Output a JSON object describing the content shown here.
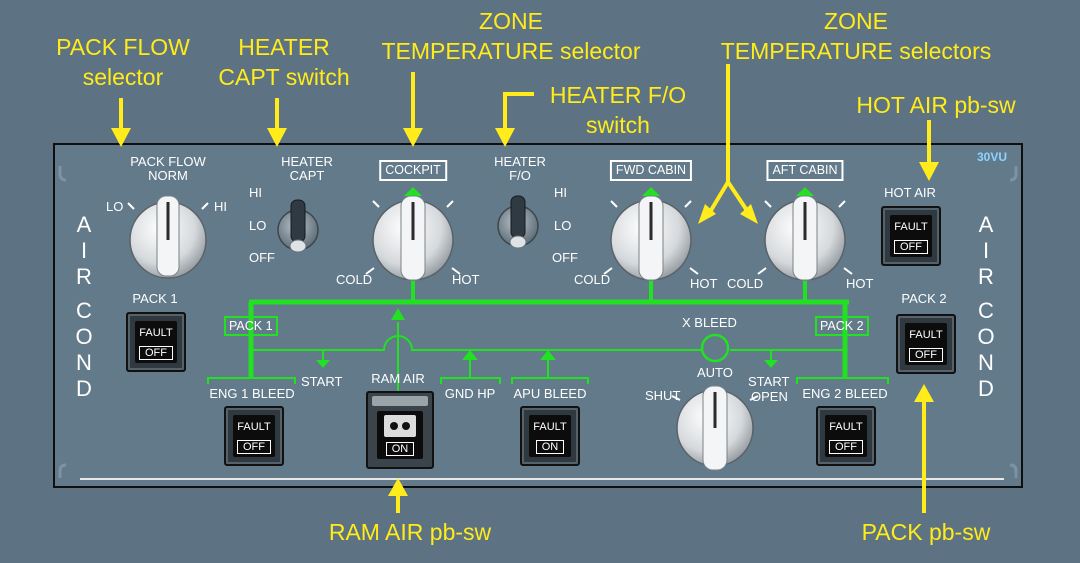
{
  "annotations": {
    "pack_flow_selector": [
      "PACK FLOW",
      "selector"
    ],
    "heater_capt_switch": [
      "HEATER",
      "CAPT switch"
    ],
    "zone_temp_selector": [
      "ZONE",
      "TEMPERATURE selector"
    ],
    "heater_fo_switch": [
      "HEATER F/O",
      "switch"
    ],
    "zone_temp_selectors": [
      "ZONE",
      "TEMPERATURE selectors"
    ],
    "hot_air_pbsw": "HOT AIR pb-sw",
    "ram_air_pbsw": "RAM AIR pb-sw",
    "pack_pbsw": "PACK pb-sw"
  },
  "panel": {
    "id": "30VU",
    "side_label": [
      "A",
      "I",
      "R",
      "C",
      "O",
      "N",
      "D"
    ],
    "pack_flow": {
      "title": [
        "PACK FLOW",
        "NORM"
      ],
      "lo": "LO",
      "hi": "HI"
    },
    "heater_capt": {
      "title": [
        "HEATER",
        "CAPT"
      ],
      "positions": [
        "HI",
        "LO",
        "OFF"
      ]
    },
    "heater_fo": {
      "title": [
        "HEATER",
        "F/O"
      ],
      "positions": [
        "HI",
        "LO",
        "OFF"
      ]
    },
    "zones": [
      {
        "name": "COCKPIT",
        "cold": "COLD",
        "hot": "HOT"
      },
      {
        "name": "FWD CABIN",
        "cold": "COLD",
        "hot": "HOT"
      },
      {
        "name": "AFT CABIN",
        "cold": "COLD",
        "hot": "HOT"
      }
    ],
    "hot_air": {
      "title": "HOT AIR",
      "fault": "FAULT",
      "off": "OFF"
    },
    "pack1": {
      "title": "PACK 1",
      "fault": "FAULT",
      "off": "OFF",
      "flow_label": "PACK 1"
    },
    "pack2": {
      "title": "PACK 2",
      "fault": "FAULT",
      "off": "OFF",
      "flow_label": "PACK 2"
    },
    "eng1_bleed": {
      "title": "ENG 1 BLEED",
      "fault": "FAULT",
      "off": "OFF"
    },
    "eng2_bleed": {
      "title": "ENG 2 BLEED",
      "fault": "FAULT",
      "off": "OFF"
    },
    "apu_bleed": {
      "title": "APU BLEED",
      "fault": "FAULT",
      "on": "ON"
    },
    "ram_air": {
      "title": "RAM AIR",
      "on": "ON"
    },
    "start_left": "START",
    "gnd_hp": "GND HP",
    "x_bleed": {
      "title": "X BLEED",
      "auto": "AUTO",
      "shut": "SHUT",
      "open": "OPEN",
      "start": "START"
    }
  },
  "colors": {
    "annotation": "#ffec1a",
    "flow_line": "#22e022",
    "panel": "#627a8a",
    "background": "#5d7282"
  }
}
